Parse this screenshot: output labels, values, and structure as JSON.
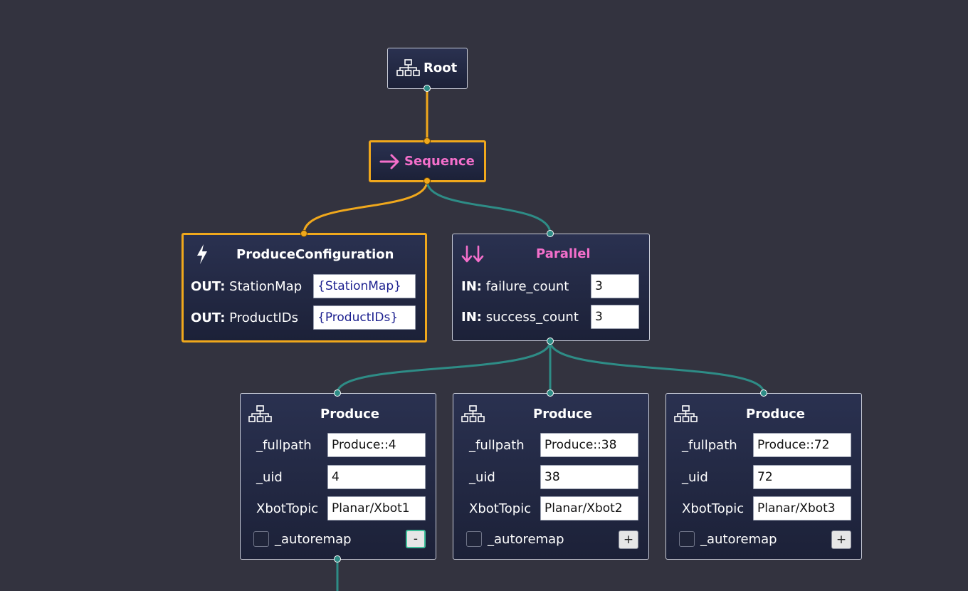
{
  "nodes": {
    "root": {
      "title": "Root",
      "icon": "tree-icon"
    },
    "sequence": {
      "title": "Sequence",
      "icon": "arrow-right-icon"
    },
    "produce_configuration": {
      "title": "ProduceConfiguration",
      "icon": "lightning-icon",
      "ports": [
        {
          "dir": "OUT:",
          "name": "StationMap",
          "value": "{StationMap}"
        },
        {
          "dir": "OUT:",
          "name": "ProductIDs",
          "value": "{ProductIDs}"
        }
      ]
    },
    "parallel": {
      "title": "Parallel",
      "icon": "double-arrow-down-icon",
      "ports": [
        {
          "dir": "IN:",
          "name": "failure_count",
          "value": "3"
        },
        {
          "dir": "IN:",
          "name": "success_count",
          "value": "3"
        }
      ]
    },
    "produce": [
      {
        "title": "Produce",
        "icon": "tree-icon",
        "fullpath_label": "_fullpath",
        "fullpath": "Produce::4",
        "uid_label": "_uid",
        "uid": "4",
        "xbot_label": "XbotTopic",
        "xbot": "Planar/Xbot1",
        "autoremap_label": "_autoremap",
        "toggle": "-"
      },
      {
        "title": "Produce",
        "icon": "tree-icon",
        "fullpath_label": "_fullpath",
        "fullpath": "Produce::38",
        "uid_label": "_uid",
        "uid": "38",
        "xbot_label": "XbotTopic",
        "xbot": "Planar/Xbot2",
        "autoremap_label": "_autoremap",
        "toggle": "+"
      },
      {
        "title": "Produce",
        "icon": "tree-icon",
        "fullpath_label": "_fullpath",
        "fullpath": "Produce::72",
        "uid_label": "_uid",
        "uid": "72",
        "xbot_label": "XbotTopic",
        "xbot": "Planar/Xbot3",
        "autoremap_label": "_autoremap",
        "toggle": "+"
      }
    ]
  },
  "colors": {
    "background": "#33333f",
    "selected_border": "#f0a81c",
    "wire_active": "#f0a81c",
    "wire_idle": "#2e8c86",
    "control_title": "#f46fcb"
  }
}
